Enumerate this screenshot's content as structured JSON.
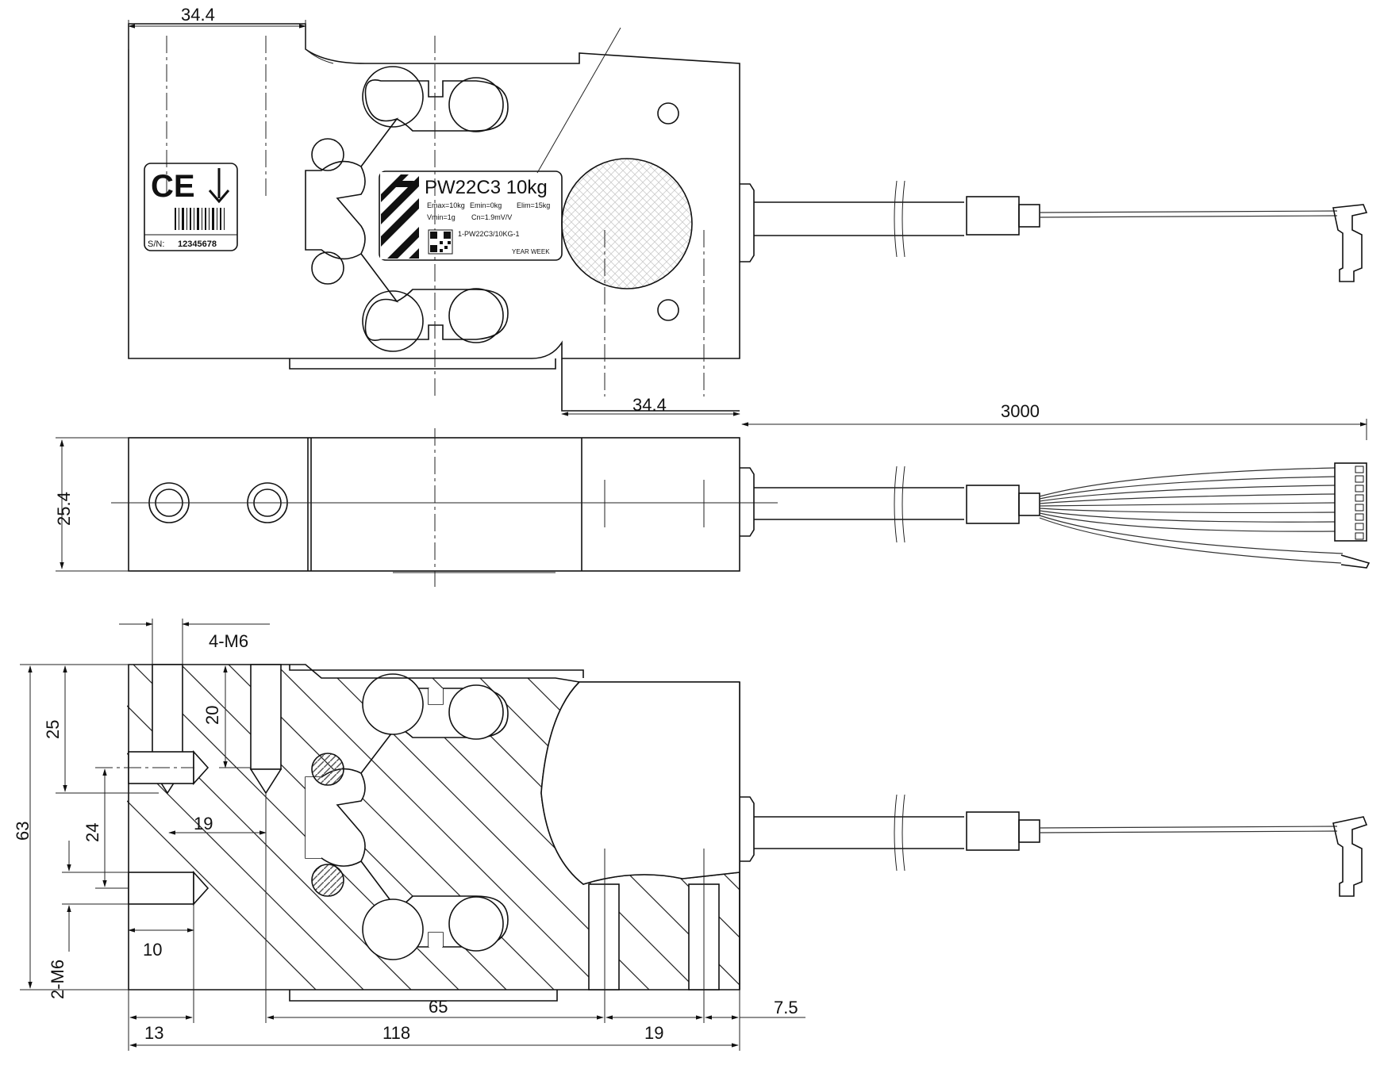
{
  "colors": {
    "line": "#111111",
    "hatch": "#222222",
    "background": "#ffffff",
    "grid": "#cccccc",
    "gauge": "#555555"
  },
  "label": {
    "model": "PW22C3 10kg",
    "emax": "Emax=10kg",
    "emin": "Emin=0kg",
    "elim": "Elim=15kg",
    "vmin": "Vmin=1g",
    "cn": "Cn=1.9mV/V",
    "part_number": "1-PW22C3/10KG-1",
    "year_week": "YEAR WEEK"
  },
  "ce_plate": {
    "mark": "CE",
    "serial_label": "S/N:",
    "serial_value": "12345678"
  },
  "dimensions": {
    "top_width": "34.4",
    "mount_width": "34.4",
    "cable_length": "3000",
    "height_side": "25.4",
    "thread_top": "4-M6",
    "thread_depth": "20",
    "top_offset": "25",
    "total_height": "63",
    "hole_spacing_v": "24",
    "hole_spacing_h": "19",
    "thread_side": "2-M6",
    "side_depth": "10",
    "left_offset": "13",
    "overall_length": "118",
    "span": "65",
    "mount_spacing": "19",
    "end_offset": "7.5"
  }
}
